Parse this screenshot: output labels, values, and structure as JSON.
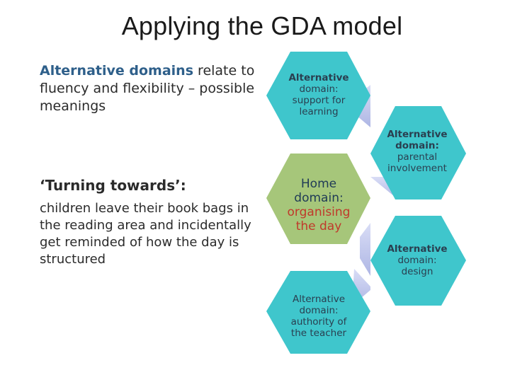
{
  "title": "Applying the GDA model",
  "intro": {
    "highlight": "Alternative domains",
    "rest": " relate to fluency and flexibility – possible meanings"
  },
  "example": {
    "heading": "‘Turning towards’:",
    "body": "children leave their book bags in the reading area and incidentally get reminded of how the day is structured"
  },
  "hexagons": {
    "top": {
      "lines": [
        "Alternative",
        "domain:",
        "support for",
        "learning"
      ]
    },
    "center": {
      "lines": [
        "Home",
        "domain:",
        "organising",
        "the day"
      ]
    },
    "right_top": {
      "lines": [
        "Alternative",
        "domain:",
        "parental",
        "involvement"
      ]
    },
    "right_bottom": {
      "lines": [
        "Alternative",
        "domain:",
        "design"
      ]
    },
    "bottom": {
      "lines": [
        "Alternative",
        "domain:",
        "authority of",
        "the teacher"
      ]
    }
  },
  "colors": {
    "alt_fill": "#3fc6cc",
    "home_fill": "#a6c67a",
    "connector": "#c7cdee",
    "highlight_blue": "#2e5f8a",
    "highlight_red": "#c0392b"
  }
}
